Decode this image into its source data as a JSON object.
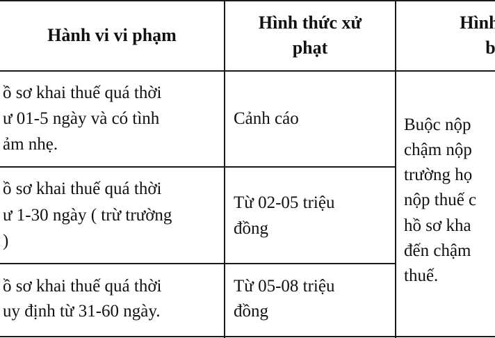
{
  "table": {
    "headers": {
      "col1": "Hành vi vi phạm",
      "col2_line1": "Hình thức xử",
      "col2_line2": "phạt",
      "col3_line1": "Hình thứ",
      "col3_line2": "bổ"
    },
    "rows": [
      {
        "violation_lines": [
          "ồ sơ khai thuế quá thời",
          "ư 01-5 ngày và có tình",
          "ảm nhẹ."
        ],
        "penalty_lines": [
          "Cảnh cáo"
        ]
      },
      {
        "violation_lines": [
          "ồ sơ khai thuế quá thời",
          "ư 1-30 ngày ( trừ trường",
          ")"
        ],
        "penalty_lines": [
          "Từ 02-05 triệu",
          "đồng"
        ]
      },
      {
        "violation_lines": [
          "ồ sơ khai thuế quá thời",
          "uy định từ 31-60 ngày."
        ],
        "penalty_lines": [
          "Từ 05-08 triệu",
          "đồng"
        ]
      }
    ],
    "additional_lines": [
      "Buộc nộp",
      "chậm nộp",
      "trường họ",
      "nộp thuế c",
      "hồ sơ kha",
      "đến chậm",
      "thuế."
    ]
  }
}
